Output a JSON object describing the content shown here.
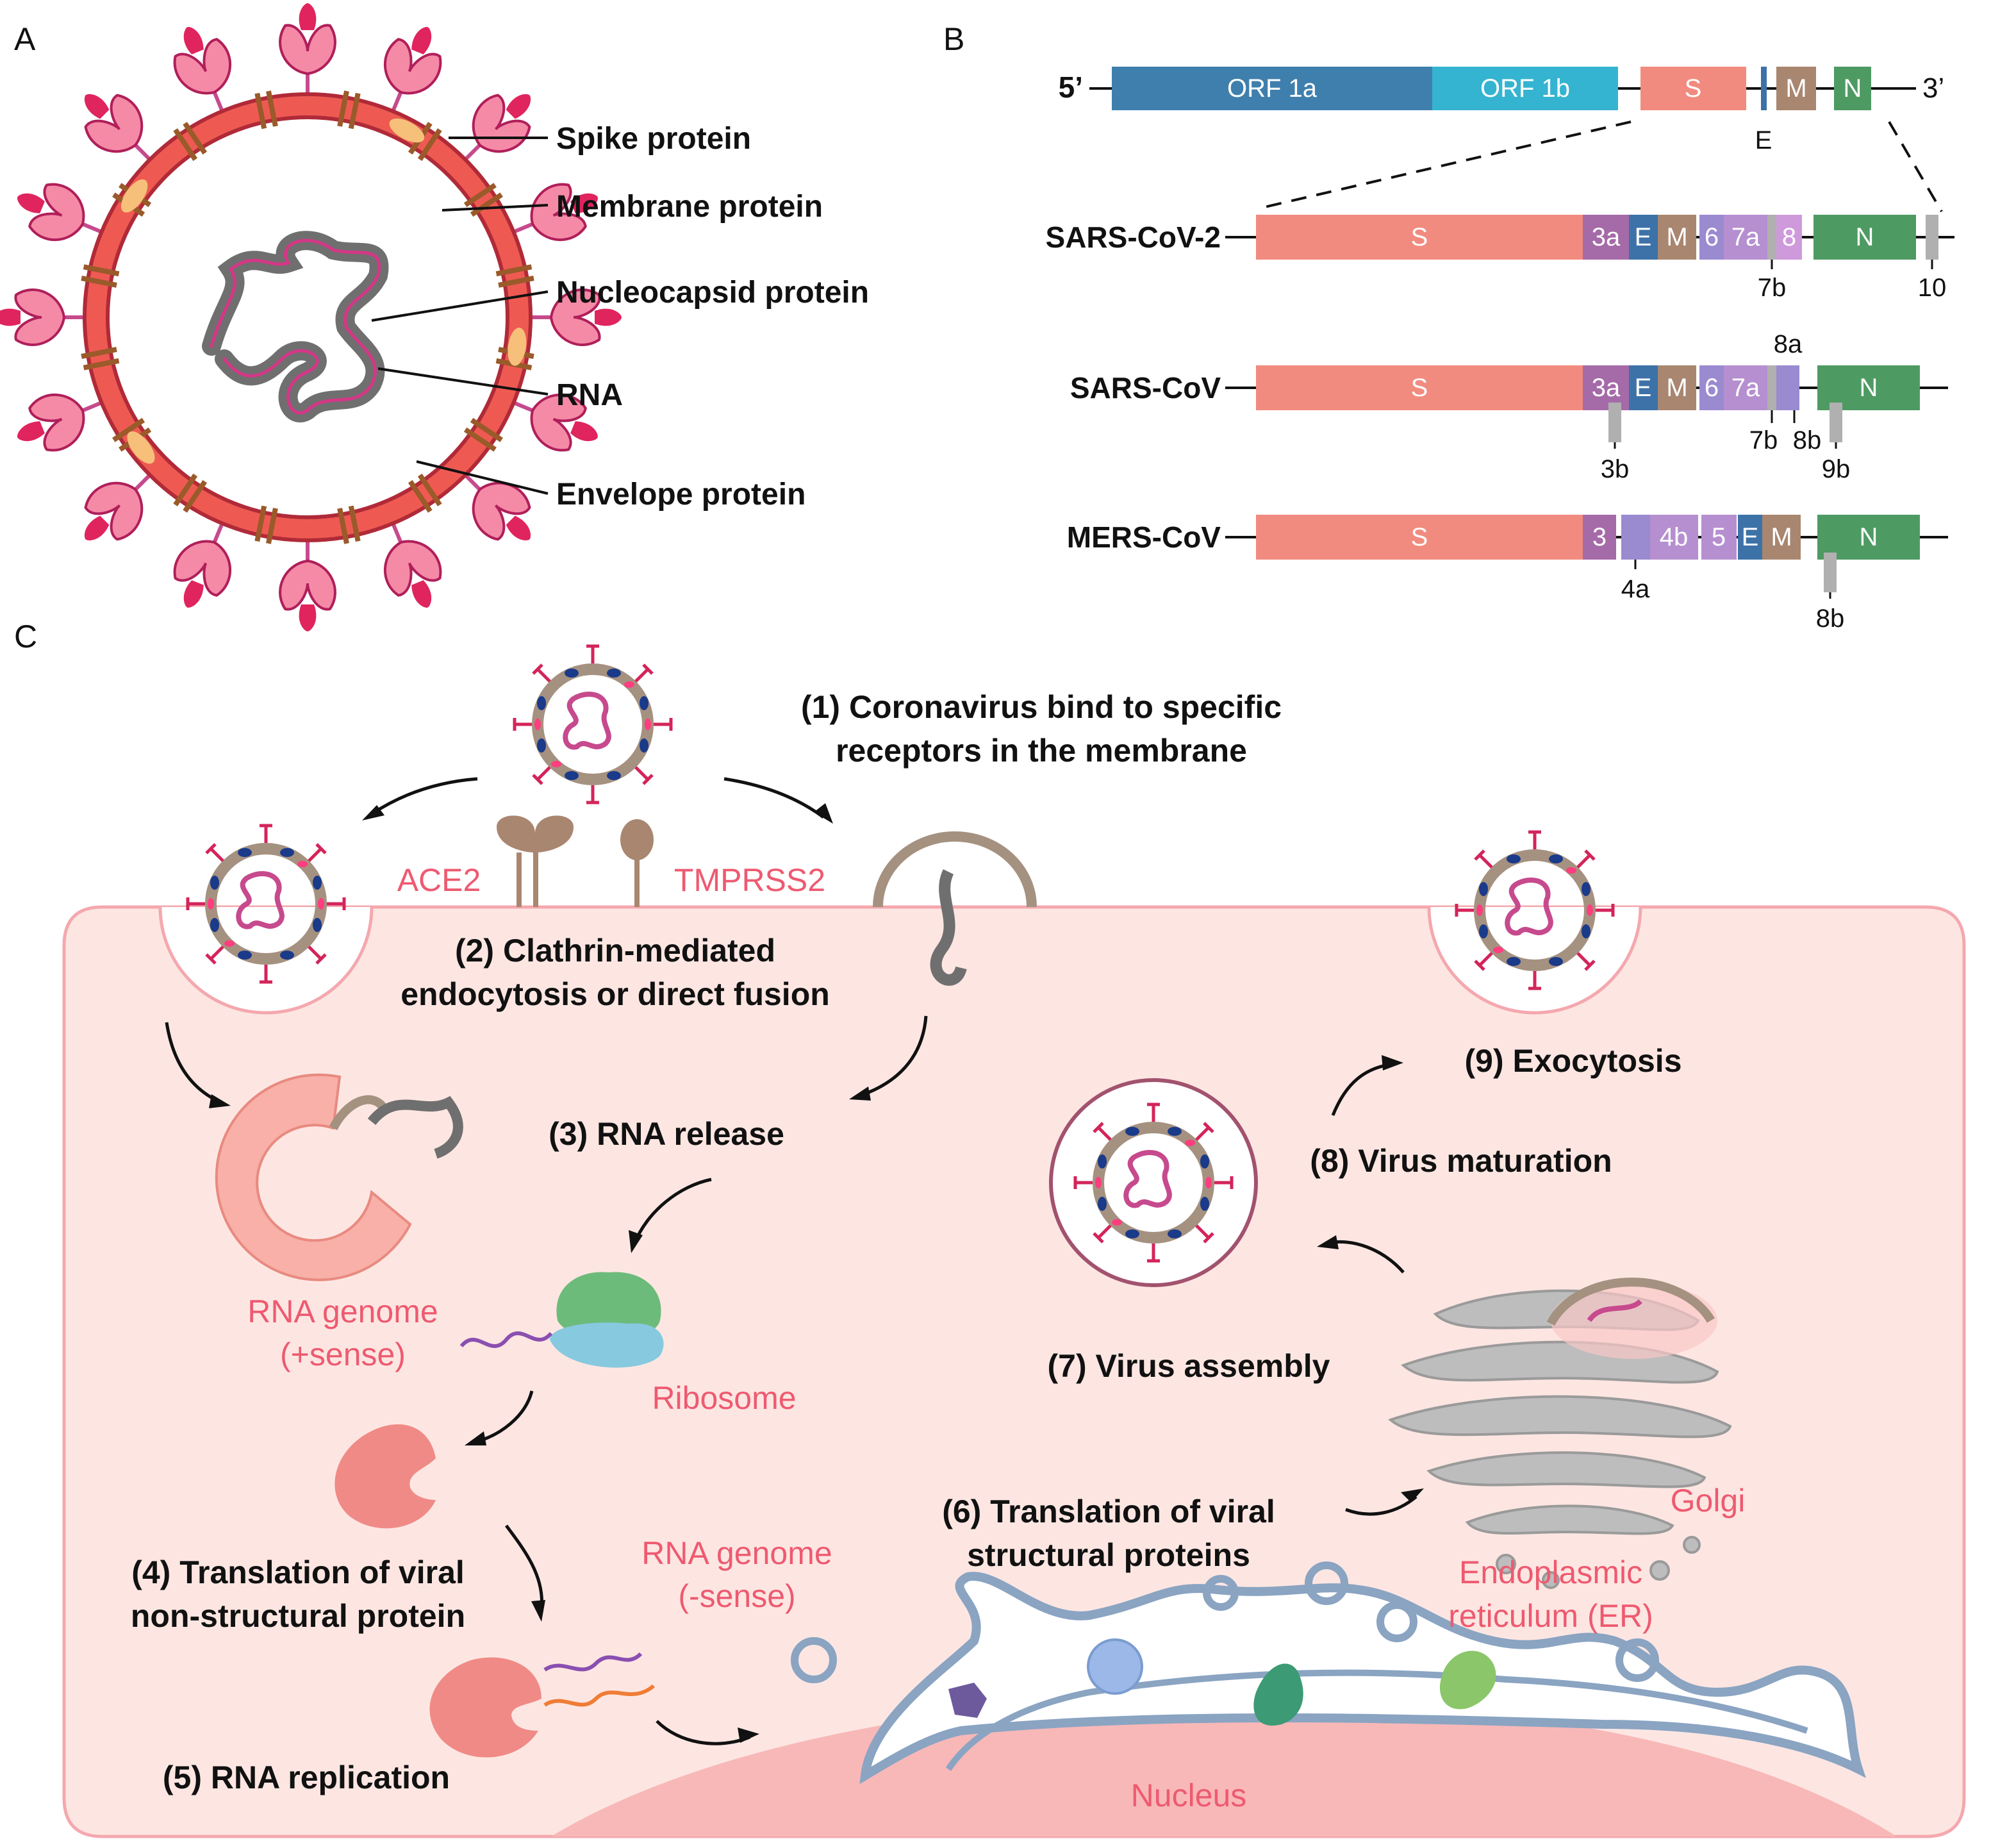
{
  "panels": {
    "a": "A",
    "b": "B",
    "c": "C"
  },
  "virion_labels": {
    "spike": "Spike protein",
    "membrane": "Membrane protein",
    "nucleocapsid": "Nucleocapsid protein",
    "rna": "RNA",
    "envelope": "Envelope protein"
  },
  "genome": {
    "five_prime": "5’",
    "three_prime": "3’",
    "top": {
      "orf1a": "ORF 1a",
      "orf1b": "ORF 1b",
      "s": "S",
      "e": "E",
      "m": "M",
      "n": "N"
    },
    "sars2": {
      "name": "SARS-CoV-2",
      "s": "S",
      "g3a": "3a",
      "e": "E",
      "m": "M",
      "g6": "6",
      "g7a": "7a",
      "g8": "8",
      "n": "N",
      "g7b": "7b",
      "g10": "10"
    },
    "sars": {
      "name": "SARS-CoV",
      "s": "S",
      "g3a": "3a",
      "e": "E",
      "m": "M",
      "g6": "6",
      "g7a": "7a",
      "n": "N",
      "g8a": "8a",
      "g3b": "3b",
      "g7b": "7b",
      "g8b": "8b",
      "g9b": "9b"
    },
    "mers": {
      "name": "MERS-CoV",
      "s": "S",
      "g3": "3",
      "g4b": "4b",
      "g5": "5",
      "e": "E",
      "m": "M",
      "n": "N",
      "g4a": "4a",
      "g8b": "8b"
    },
    "colors": {
      "orf1a": "#3f7fad",
      "orf1b": "#34b4d0",
      "s": "#f28b7f",
      "e": "#3d72a8",
      "m": "#a98670",
      "n": "#4e9a63",
      "g3a": "#a56aa8",
      "g6": "#9a8ad0",
      "g7a": "#b58fcf",
      "g8": "#cf9adb",
      "gray": "#b0b0b0"
    }
  },
  "lifecycle": {
    "step1_l1": "(1) Coronavirus bind to specific",
    "step1_l2": "receptors in the membrane",
    "ace2": "ACE2",
    "tmprss2": "TMPRSS2",
    "step2_l1": "(2) Clathrin-mediated",
    "step2_l2": "endocytosis or direct fusion",
    "step3": "(3) RNA release",
    "rna_plus_l1": "RNA genome",
    "rna_plus_l2": "(+sense)",
    "ribosome": "Ribosome",
    "step4_l1": "(4) Translation of viral",
    "step4_l2": "non-structural protein",
    "rna_minus_l1": "RNA genome",
    "rna_minus_l2": "(-sense)",
    "step5": "(5) RNA replication",
    "step6_l1": "(6) Translation of viral",
    "step6_l2": "structural proteins",
    "step7": "(7) Virus assembly",
    "step8": "(8) Virus maturation",
    "step9": "(9) Exocytosis",
    "golgi": "Golgi",
    "er_l1": "Endoplasmic",
    "er_l2": "reticulum (ER)",
    "nucleus": "Nucleus"
  }
}
